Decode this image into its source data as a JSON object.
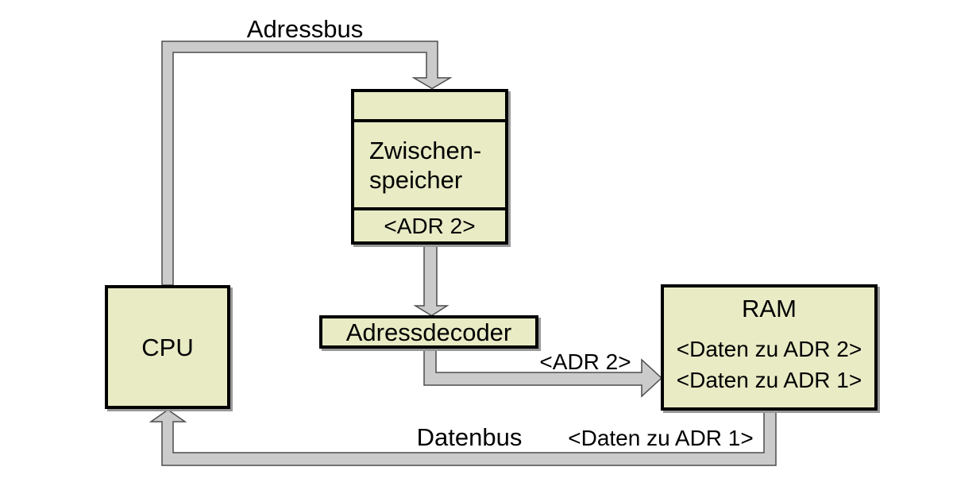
{
  "diagram": {
    "colors": {
      "box_fill": "#e9ebc5",
      "box_border": "#000000",
      "bus_fill": "#cbcbcb",
      "bus_outline": "#4d4d4d",
      "shadow": "#999999",
      "background": "#ffffff"
    },
    "bus_labels": {
      "adressbus": "Adressbus",
      "datenbus": "Datenbus",
      "adr2": "<ADR 2>",
      "daten_zu_adr1": "<Daten zu ADR 1>"
    },
    "nodes": {
      "cpu": {
        "title": "CPU"
      },
      "zwischenspeicher": {
        "line1": "Zwischen-",
        "line2": "speicher",
        "register": "<ADR 2>"
      },
      "adressdecoder": {
        "title": "Adressdecoder"
      },
      "ram": {
        "title": "RAM",
        "row1": "<Daten zu ADR 2>",
        "row2": "<Daten zu ADR 1>"
      }
    }
  }
}
